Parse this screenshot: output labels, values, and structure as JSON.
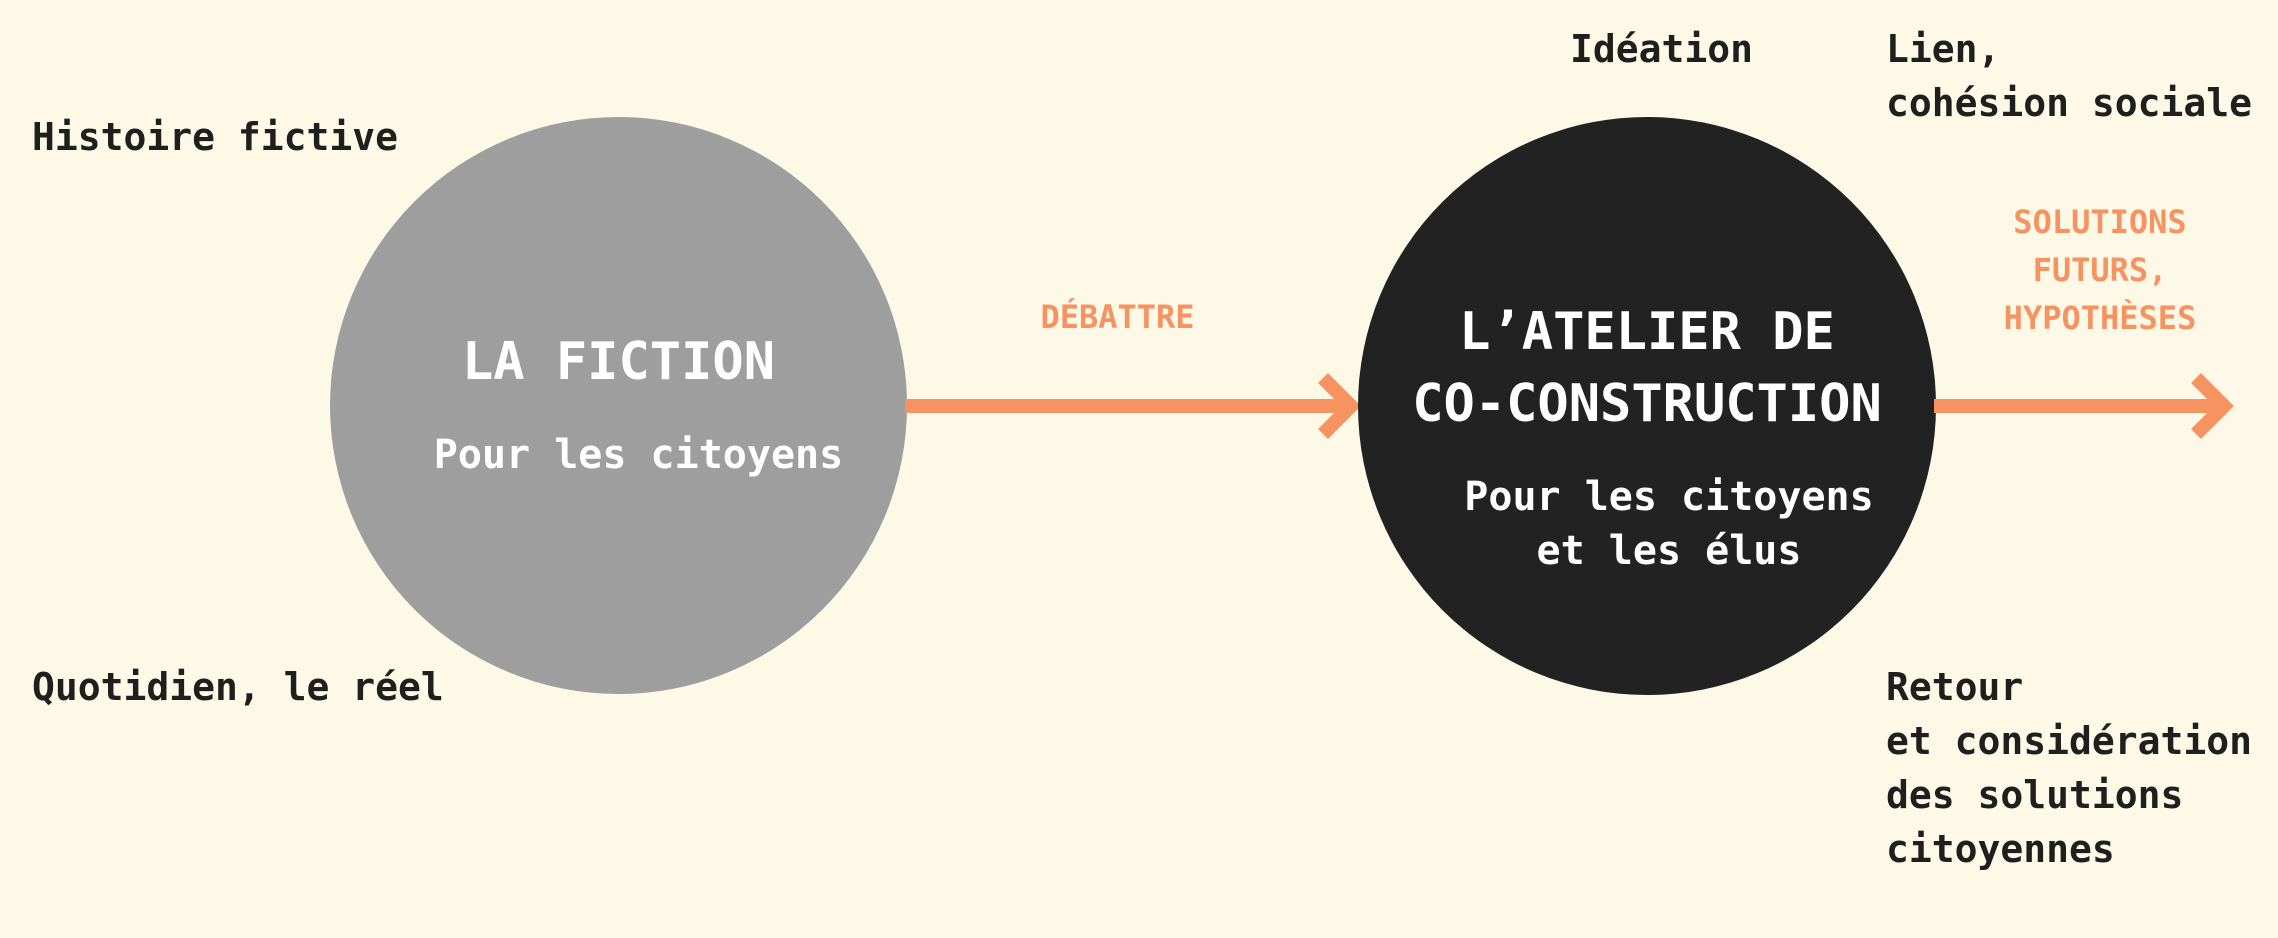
{
  "colors": {
    "background": "#fdf9e6",
    "fiction_circle": "#9e9e9e",
    "atelier_circle": "#222222",
    "circle_text": "#ffffff",
    "arrow": "#f79361",
    "text": "#1f1f1f",
    "accent_text": "#f79361"
  },
  "fiction": {
    "title": "LA FICTION",
    "subtitle": "Pour les citoyens"
  },
  "atelier": {
    "title": "L’ATELIER DE\nCO-CONSTRUCTION",
    "subtitle": "Pour les citoyens\net les élus"
  },
  "labels": {
    "histoire": "Histoire fictive",
    "quotidien": "Quotidien, le réel",
    "ideation": "Idéation",
    "lien": "Lien,\ncohésion sociale",
    "retour": "Retour\net considération\ndes solutions\ncitoyennes"
  },
  "arrows": {
    "debattre": "DÉBATTRE",
    "solutions": "SOLUTIONS\nFUTURS,\nHYPOTHÈSES"
  }
}
